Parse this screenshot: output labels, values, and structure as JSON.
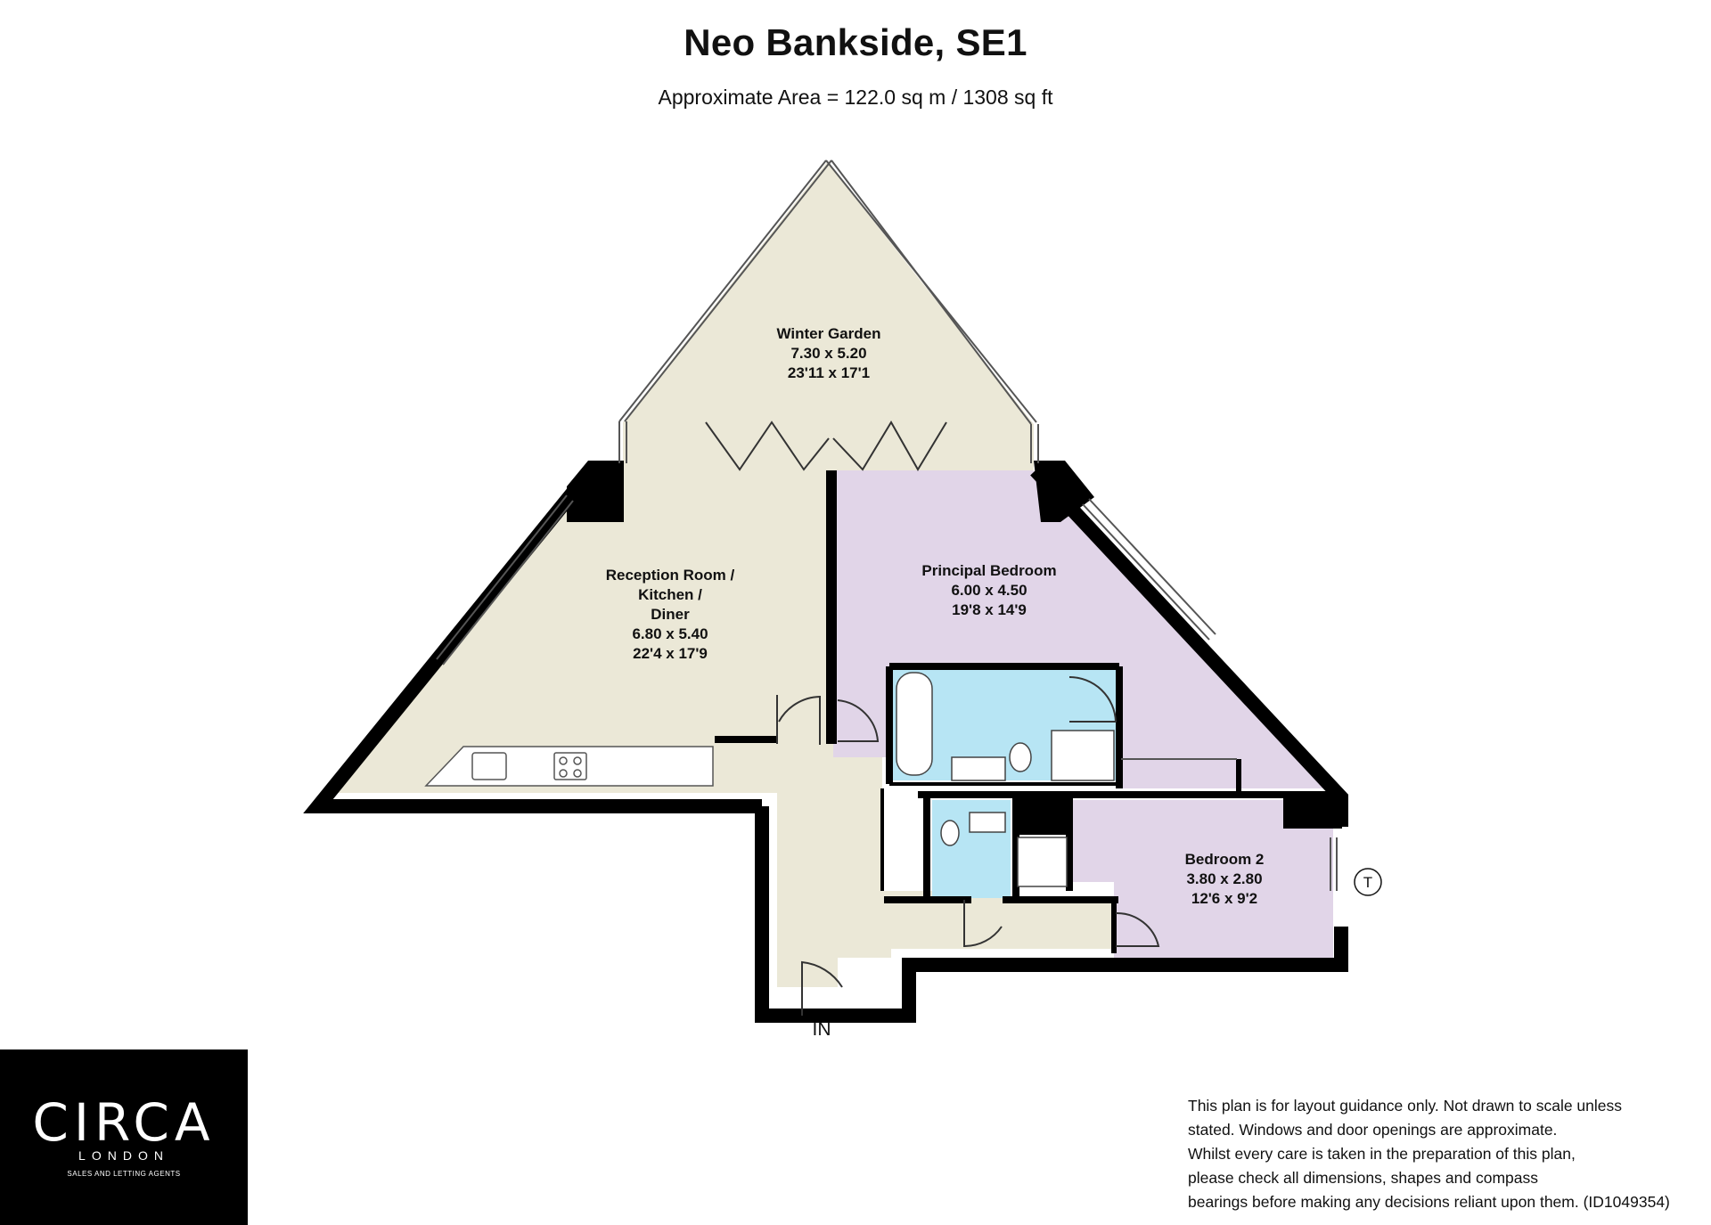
{
  "header": {
    "title": "Neo Bankside, SE1",
    "subtitle": "Approximate Area = 122.0 sq m / 1308 sq ft"
  },
  "colors": {
    "living_fill": "#ebe8d7",
    "bedroom_fill": "#e1d5e8",
    "bathroom_fill": "#b7e5f4",
    "wall": "#000000"
  },
  "rooms": {
    "winter_garden": {
      "name": "Winter Garden",
      "metric": "7.30 x 5.20",
      "imperial": "23'11 x 17'1"
    },
    "reception": {
      "name_lines": [
        "Reception Room /",
        "Kitchen /",
        "Diner"
      ],
      "metric": "6.80 x 5.40",
      "imperial": "22'4 x 17'9"
    },
    "principal_bedroom": {
      "name": "Principal Bedroom",
      "metric": "6.00 x 4.50",
      "imperial": "19'8 x 14'9"
    },
    "bedroom2": {
      "name": "Bedroom 2",
      "metric": "3.80 x 2.80",
      "imperial": "12'6 x 9'2"
    }
  },
  "markers": {
    "entrance": "IN",
    "thermostat": "T"
  },
  "logo": {
    "name": "CIRCA",
    "city": "LONDON",
    "tagline": "SALES AND LETTING AGENTS"
  },
  "disclaimer": {
    "lines": [
      "This plan is for layout guidance only. Not drawn to scale unless",
      "stated. Windows and door openings are approximate.",
      "Whilst every care is taken in the preparation of this plan,",
      "please check all dimensions, shapes and compass",
      "bearings before making any decisions reliant upon them. (ID1049354)"
    ]
  }
}
